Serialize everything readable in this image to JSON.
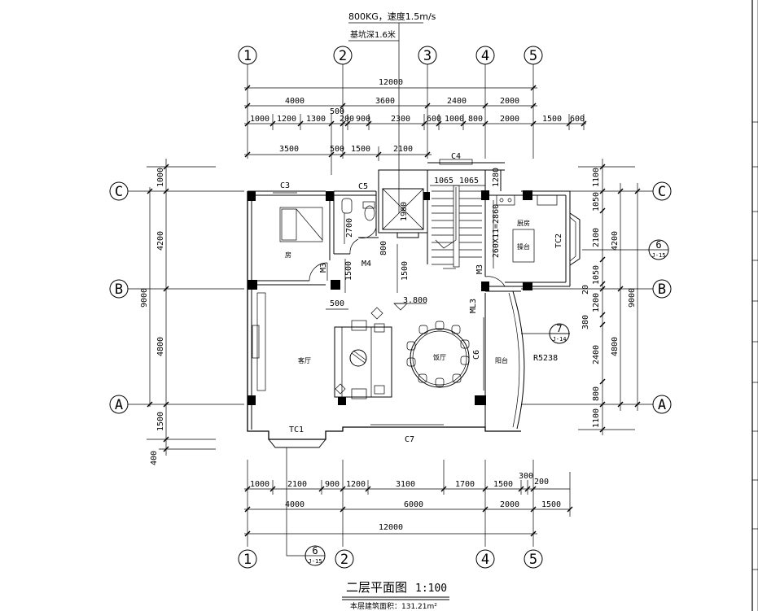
{
  "title": {
    "text": "二层平面图",
    "scale": "1:100",
    "area_note": "本层建筑面积：131.21m²"
  },
  "elevator_note": {
    "line1": "800KG，速度1.5m/s",
    "line2": "基坑深1.6米"
  },
  "axes": {
    "col_top": [
      "1",
      "2",
      "3",
      "4",
      "5"
    ],
    "col_bottom": [
      "1",
      "2",
      "4",
      "5"
    ],
    "rows_left": [
      "C",
      "B",
      "A"
    ],
    "rows_right": [
      "C",
      "B",
      "A"
    ]
  },
  "dims": {
    "top_total": "12000",
    "top_row2": [
      "4000",
      "3600",
      "2400",
      "2000"
    ],
    "top_row3": [
      "1000",
      "1200",
      "1300",
      "500",
      "200",
      "900",
      "2300",
      "600",
      "1000",
      "800",
      "2000",
      "1500",
      "600"
    ],
    "top_row4": [
      "3500",
      "500",
      "1500",
      "2100"
    ],
    "bottom_row1": [
      "1000",
      "2100",
      "900",
      "1200",
      "3100",
      "1700",
      "1500",
      "300",
      "200"
    ],
    "bottom_row2": [
      "4000",
      "6000",
      "2000",
      "1500"
    ],
    "bottom_total": "12000",
    "left_outer": [
      "1000",
      "4200",
      "4800",
      "1500",
      "400"
    ],
    "left_total": "9000",
    "right_inner": [
      "1100",
      "1050",
      "2100",
      "1050",
      "20",
      "1200",
      "380",
      "2400",
      "800",
      "1100"
    ],
    "right_mid": [
      "4200",
      "4800"
    ],
    "right_total": "9000",
    "stair": "260X11=2860",
    "stair_w": [
      "1065",
      "1065"
    ],
    "stair_1280": "1280",
    "bath_2700": "2700",
    "v1500a": "1500",
    "v1500b": "1500",
    "v800": "800",
    "lift_1900": "1900",
    "d500": "500",
    "r5238": "R5238",
    "level": "3.800"
  },
  "labels": {
    "C3": "C3",
    "C4": "C4",
    "C5": "C5",
    "C6": "C6",
    "C7": "C7",
    "M3a": "M3",
    "M3b": "M3",
    "M4": "M4",
    "ML3": "ML3",
    "TC1": "TC1",
    "TC2": "TC2",
    "bedroom": "房",
    "kitchen": "厨房",
    "counter": "操台",
    "living": "客厅",
    "dining": "饭厅",
    "balcony": "阳台"
  },
  "detail_markers": [
    {
      "num": "6",
      "ref": "J-15"
    },
    {
      "num": "7",
      "ref": "J-14"
    },
    {
      "num": "6",
      "ref": "J-15"
    }
  ]
}
